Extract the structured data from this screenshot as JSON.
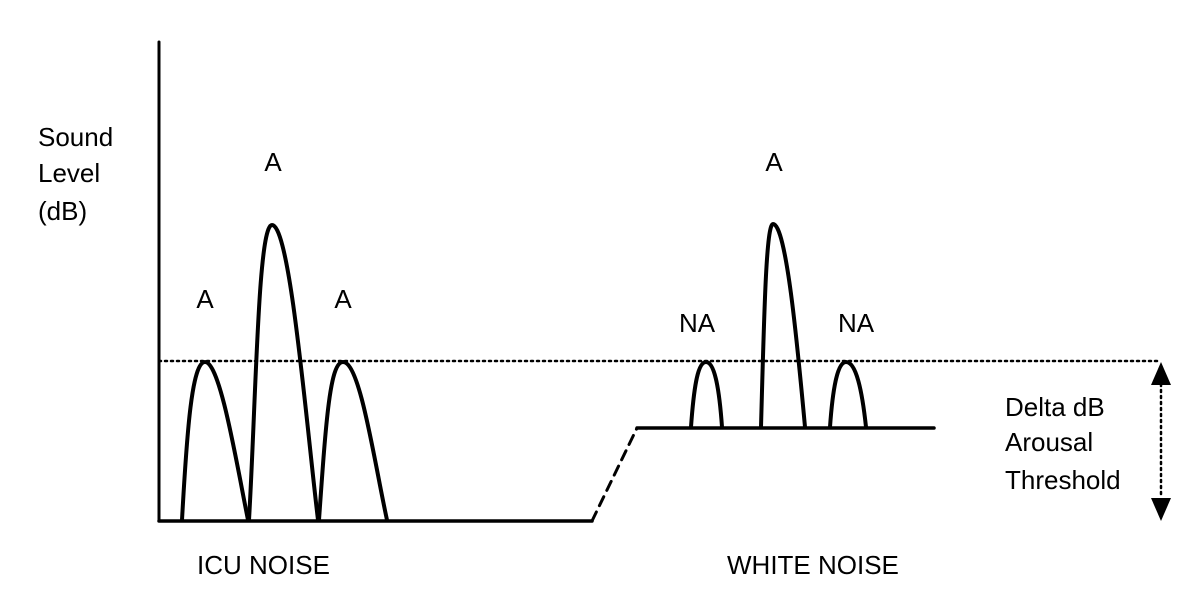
{
  "y_axis_label": [
    "Sound",
    "Level",
    "(dB)"
  ],
  "peak_labels": {
    "icu_left": "A",
    "icu_center": "A",
    "icu_right": "A",
    "white_left": "NA",
    "white_center": "A",
    "white_right": "NA"
  },
  "threshold_label": [
    "Delta dB",
    "Arousal",
    "Threshold"
  ],
  "section_labels": {
    "icu": "ICU NOISE",
    "white": "WHITE NOISE"
  },
  "colors": {
    "ink": "#000000",
    "background": "#ffffff"
  }
}
